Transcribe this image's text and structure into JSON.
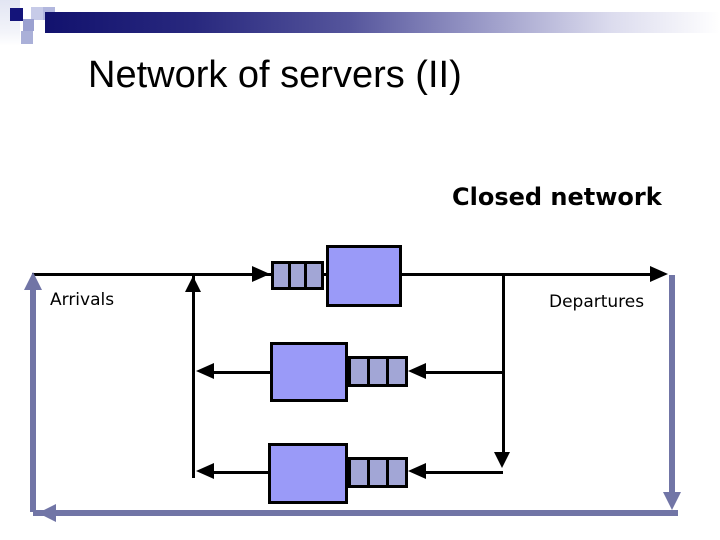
{
  "slide": {
    "title": "Network of servers (II)",
    "subtitle": "Closed network",
    "labels": {
      "arrivals": "Arrivals",
      "departures": "Departures"
    }
  },
  "diagram": {
    "type": "closed-queueing-network",
    "description": "Closed network of three queue+server stations; top station flows left-to-right, middle and bottom stations flow right-to-left, with a feedback loop returning departures to arrivals",
    "servers": [
      {
        "name": "server-1-top",
        "queue_slots": 3,
        "flow_direction": "right"
      },
      {
        "name": "server-2-middle",
        "queue_slots": 3,
        "flow_direction": "left"
      },
      {
        "name": "server-3-bottom",
        "queue_slots": 3,
        "flow_direction": "left"
      }
    ]
  },
  "colors": {
    "server_fill": "#9a9af8",
    "queue_fill": "#a2a6d6",
    "line": "#000000",
    "loop_line": "#7175a6",
    "accent_navy": "#14147a",
    "deco_lavender": "#aab0d8"
  }
}
